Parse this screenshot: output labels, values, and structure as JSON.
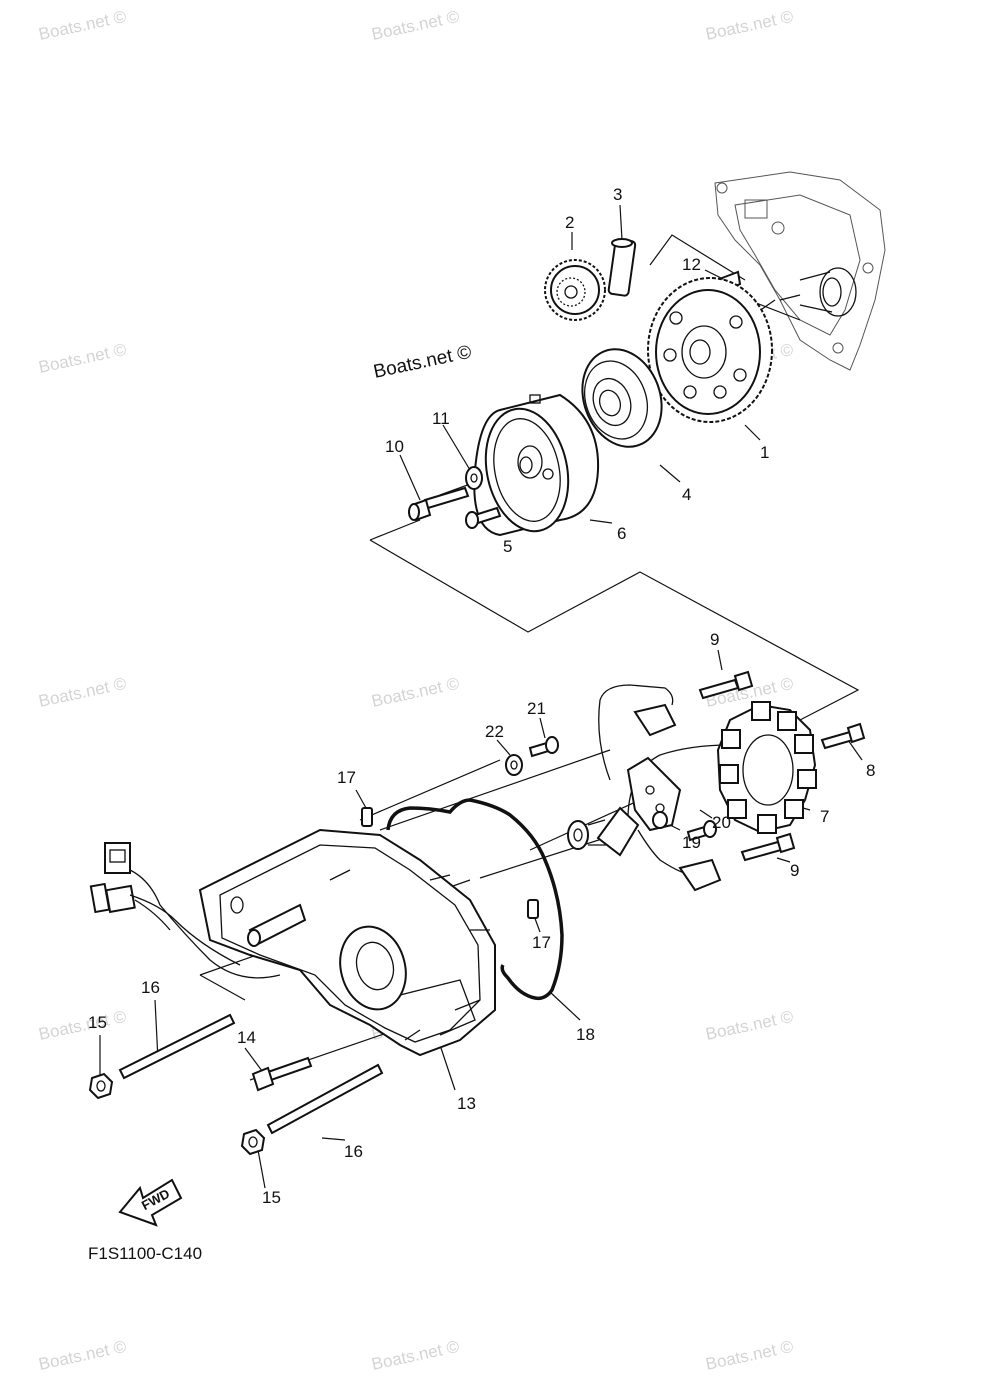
{
  "watermark": "Boats.net ©",
  "brand_mark": "Boats.net ©",
  "diagram_code": "F1S1100-C140",
  "fwd_label": "FWD",
  "callouts": [
    {
      "id": "1",
      "text": "1"
    },
    {
      "id": "2",
      "text": "2"
    },
    {
      "id": "3",
      "text": "3"
    },
    {
      "id": "4",
      "text": "4"
    },
    {
      "id": "5",
      "text": "5"
    },
    {
      "id": "6",
      "text": "6"
    },
    {
      "id": "7",
      "text": "7"
    },
    {
      "id": "8",
      "text": "8"
    },
    {
      "id": "9a",
      "text": "9"
    },
    {
      "id": "9b",
      "text": "9"
    },
    {
      "id": "10",
      "text": "10"
    },
    {
      "id": "11",
      "text": "11"
    },
    {
      "id": "12",
      "text": "12"
    },
    {
      "id": "13",
      "text": "13"
    },
    {
      "id": "14",
      "text": "14"
    },
    {
      "id": "15a",
      "text": "15"
    },
    {
      "id": "15b",
      "text": "15"
    },
    {
      "id": "16a",
      "text": "16"
    },
    {
      "id": "16b",
      "text": "16"
    },
    {
      "id": "17a",
      "text": "17"
    },
    {
      "id": "17b",
      "text": "17"
    },
    {
      "id": "18",
      "text": "18"
    },
    {
      "id": "19",
      "text": "19"
    },
    {
      "id": "20",
      "text": "20"
    },
    {
      "id": "21",
      "text": "21"
    },
    {
      "id": "22",
      "text": "22"
    }
  ]
}
